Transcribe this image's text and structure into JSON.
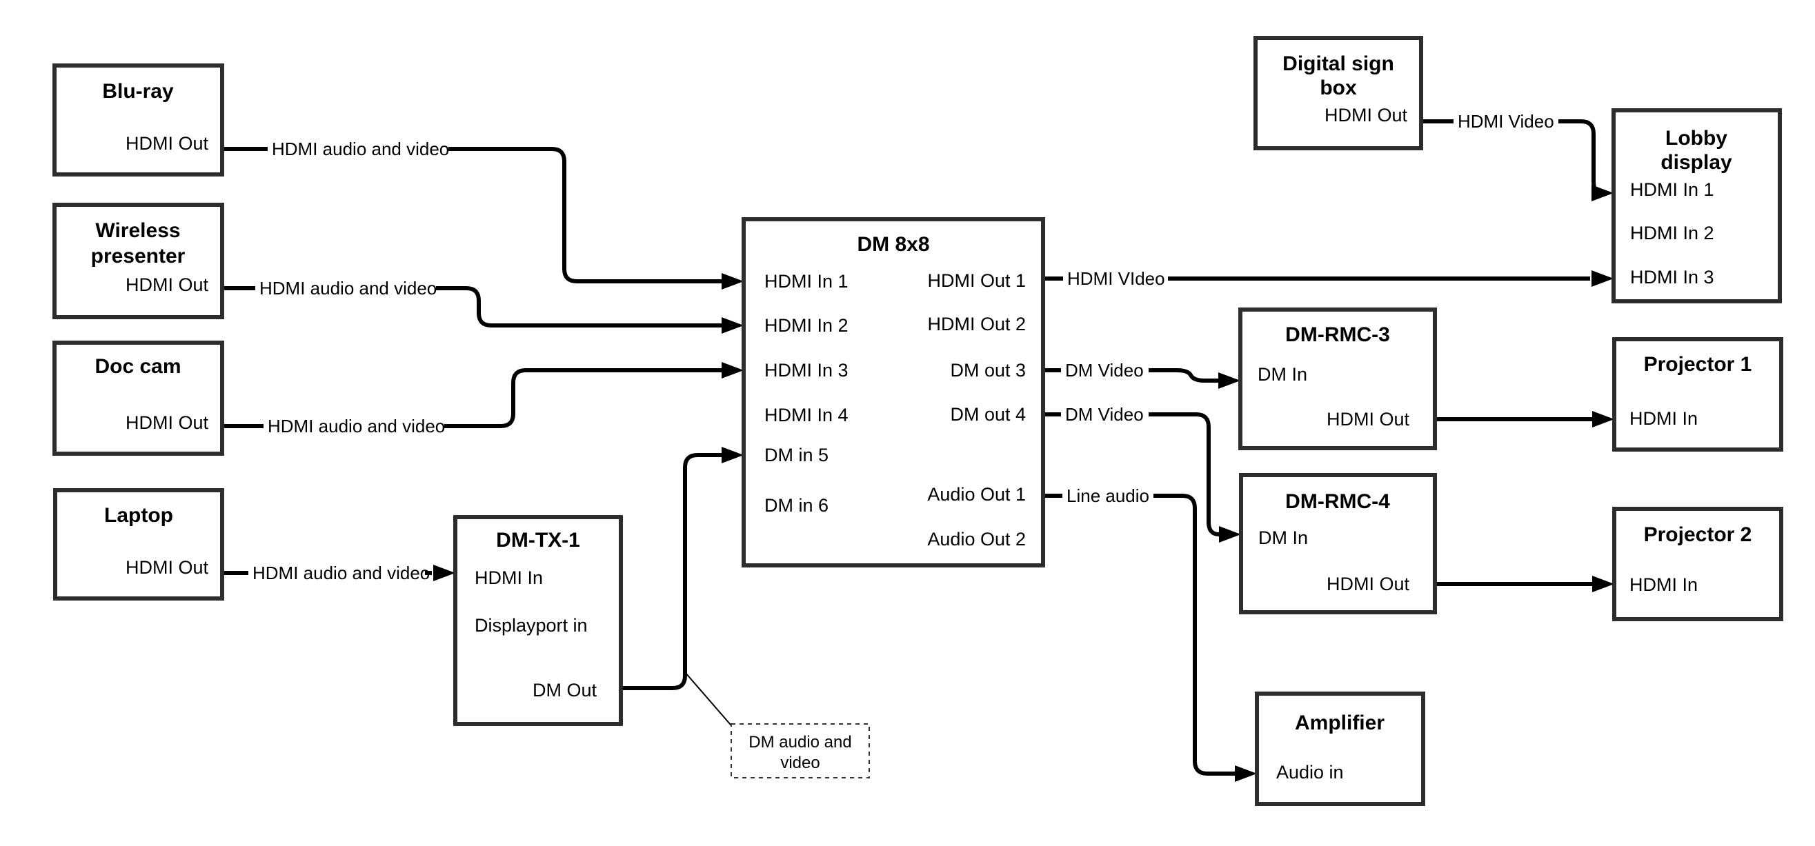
{
  "colors": {
    "background": "#ffffff",
    "box_stroke": "#2d2d2d",
    "line": "#000000",
    "text": "#000000"
  },
  "nodes": {
    "bluray": {
      "title": "Blu-ray",
      "hdmi_out": "HDMI Out"
    },
    "wireless": {
      "title1": "Wireless",
      "title2": "presenter",
      "hdmi_out": "HDMI Out"
    },
    "doccam": {
      "title": "Doc cam",
      "hdmi_out": "HDMI Out"
    },
    "laptop": {
      "title": "Laptop",
      "hdmi_out": "HDMI Out"
    },
    "dmtx1": {
      "title": "DM-TX-1",
      "hdmi_in": "HDMI In",
      "displayport_in": "Displayport in",
      "dm_out": "DM Out"
    },
    "dm8x8": {
      "title": "DM 8x8",
      "in1": "HDMI In 1",
      "in2": "HDMI In 2",
      "in3": "HDMI In 3",
      "in4": "HDMI In 4",
      "in5": "DM in 5",
      "in6": "DM in 6",
      "out1": "HDMI Out 1",
      "out2": "HDMI Out 2",
      "out3": "DM out 3",
      "out4": "DM out 4",
      "audio_out1": "Audio Out 1",
      "audio_out2": "Audio Out 2"
    },
    "digital_sign": {
      "title1": "Digital sign",
      "title2": "box",
      "hdmi_out": "HDMI Out"
    },
    "lobby": {
      "title1": "Lobby",
      "title2": "display",
      "in1": "HDMI In 1",
      "in2": "HDMI In 2",
      "in3": "HDMI In 3"
    },
    "dmrmc3": {
      "title": "DM-RMC-3",
      "dm_in": "DM In",
      "hdmi_out": "HDMI Out"
    },
    "projector1": {
      "title": "Projector 1",
      "hdmi_in": "HDMI In"
    },
    "dmrmc4": {
      "title": "DM-RMC-4",
      "dm_in": "DM In",
      "hdmi_out": "HDMI Out"
    },
    "projector2": {
      "title": "Projector 2",
      "hdmi_in": "HDMI In"
    },
    "amplifier": {
      "title": "Amplifier",
      "audio_in": "Audio in"
    }
  },
  "edge_labels": {
    "bluray_to_dm": "HDMI audio and video",
    "wireless_to_dm": "HDMI audio and video",
    "doccam_to_dm": "HDMI audio and video",
    "laptop_to_tx": "HDMI audio and video",
    "out1_to_lobby": "HDMI VIdeo",
    "sign_to_lobby": "HDMI Video",
    "out3_to_rmc3": "DM Video",
    "out4_to_rmc4": "DM Video",
    "audio_to_amp": "Line audio"
  },
  "note": {
    "line1": "DM audio and",
    "line2": "video"
  }
}
